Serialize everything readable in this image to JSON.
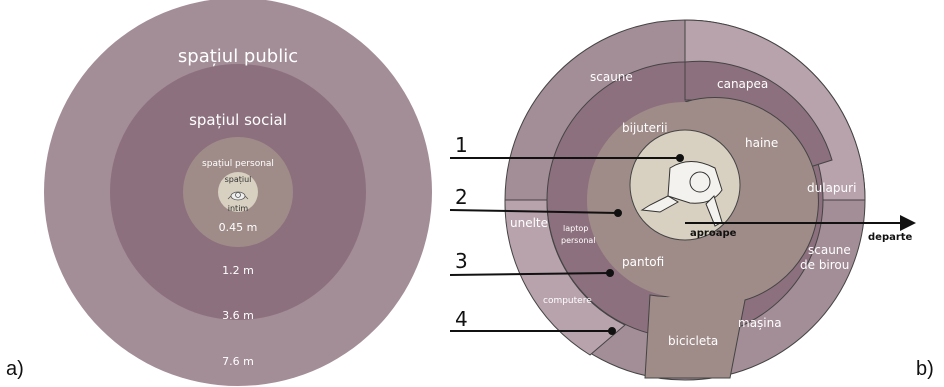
{
  "colors": {
    "outer": "#a38d97",
    "outer_light": "#b8a3ad",
    "social": "#8c707d",
    "personal": "#9f8c89",
    "intim": "#d8d1c1",
    "line": "#111111",
    "text_light": "#ffffff"
  },
  "left_diagram": {
    "zones": {
      "public": "spațiul public",
      "social": "spațiul social",
      "personal": "spațiul personal",
      "intim_line1": "spațiul",
      "intim_line2": "intim"
    },
    "distances": [
      "0.45 m",
      "1.2 m",
      "3.6 m",
      "7.6 m"
    ],
    "panel_label": "a)"
  },
  "right_diagram": {
    "numbers": [
      "1",
      "2",
      "3",
      "4"
    ],
    "items": {
      "bijuterii": "bijuterii",
      "haine": "haine",
      "scaune": "scaune",
      "canapea": "canapea",
      "dulapuri": "dulapuri",
      "scaune_birou_1": "scaune",
      "scaune_birou_2": "de birou",
      "unelte": "unelte",
      "laptop_1": "laptop",
      "laptop_2": "personal",
      "pantofi": "pantofi",
      "computere": "computere",
      "bicicleta": "bicicleta",
      "masina": "mașina"
    },
    "arrow": {
      "near": "aproape",
      "far": "departe"
    },
    "panel_label": "b)"
  }
}
